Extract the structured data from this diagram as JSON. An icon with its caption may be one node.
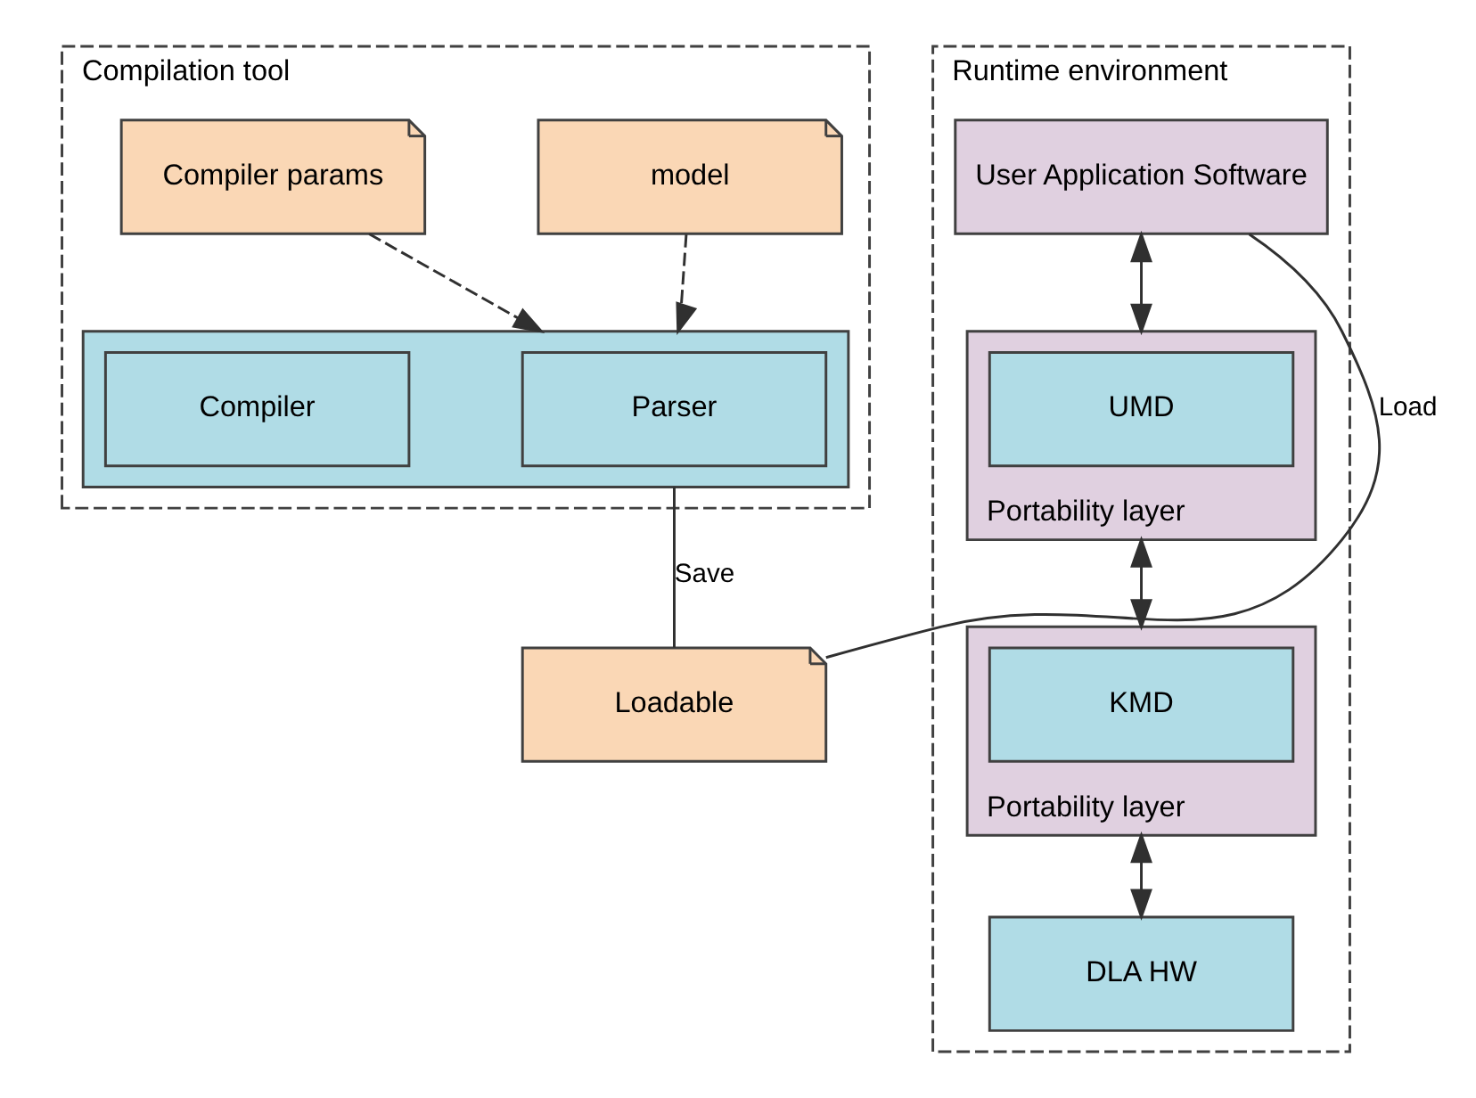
{
  "diagram": {
    "nodes": [
      {
        "text": [
          "Compilation tool"
        ]
      },
      {
        "text": [
          "model"
        ],
        "in": 0
      },
      {
        "text": [
          "Compiler params"
        ],
        "in": 0
      },
      {
        "text": [],
        "shape": "box",
        "in": 0
      },
      {
        "text": [
          "Parser"
        ],
        "in": 3
      },
      {
        "text": [
          "Compiler"
        ],
        "in": 3
      },
      {
        "text": [
          "Loadable"
        ]
      },
      {
        "text": [
          "Runtime environment"
        ]
      },
      {
        "text": [
          "User Application Software"
        ],
        "in": 7
      },
      {
        "text": [
          "Portability layer"
        ],
        "in": 7
      },
      {
        "text": [
          "UMD"
        ],
        "in": 9
      },
      {
        "text": [
          "Portability layer"
        ],
        "in": 7
      },
      {
        "text": [
          "KMD"
        ],
        "in": 11
      },
      {
        "text": [
          "DLA HW"
        ],
        "in": 7
      }
    ],
    "edges": [
      {
        "from": 1,
        "to": 3,
        "arrow": "to",
        "style": "dashed"
      },
      {
        "from": 2,
        "to": 3,
        "arrow": "to",
        "style": "dashed"
      },
      {
        "from": 3,
        "to": 6,
        "arrow": "none",
        "label": "Save"
      },
      {
        "from": 6,
        "to": 8,
        "arrow": "none",
        "label": "Load"
      },
      {
        "from": 8,
        "to": 9,
        "arrow": "both"
      },
      {
        "from": 9,
        "to": 11,
        "arrow": "both"
      },
      {
        "from": 11,
        "to": 13,
        "arrow": "both"
      }
    ]
  }
}
